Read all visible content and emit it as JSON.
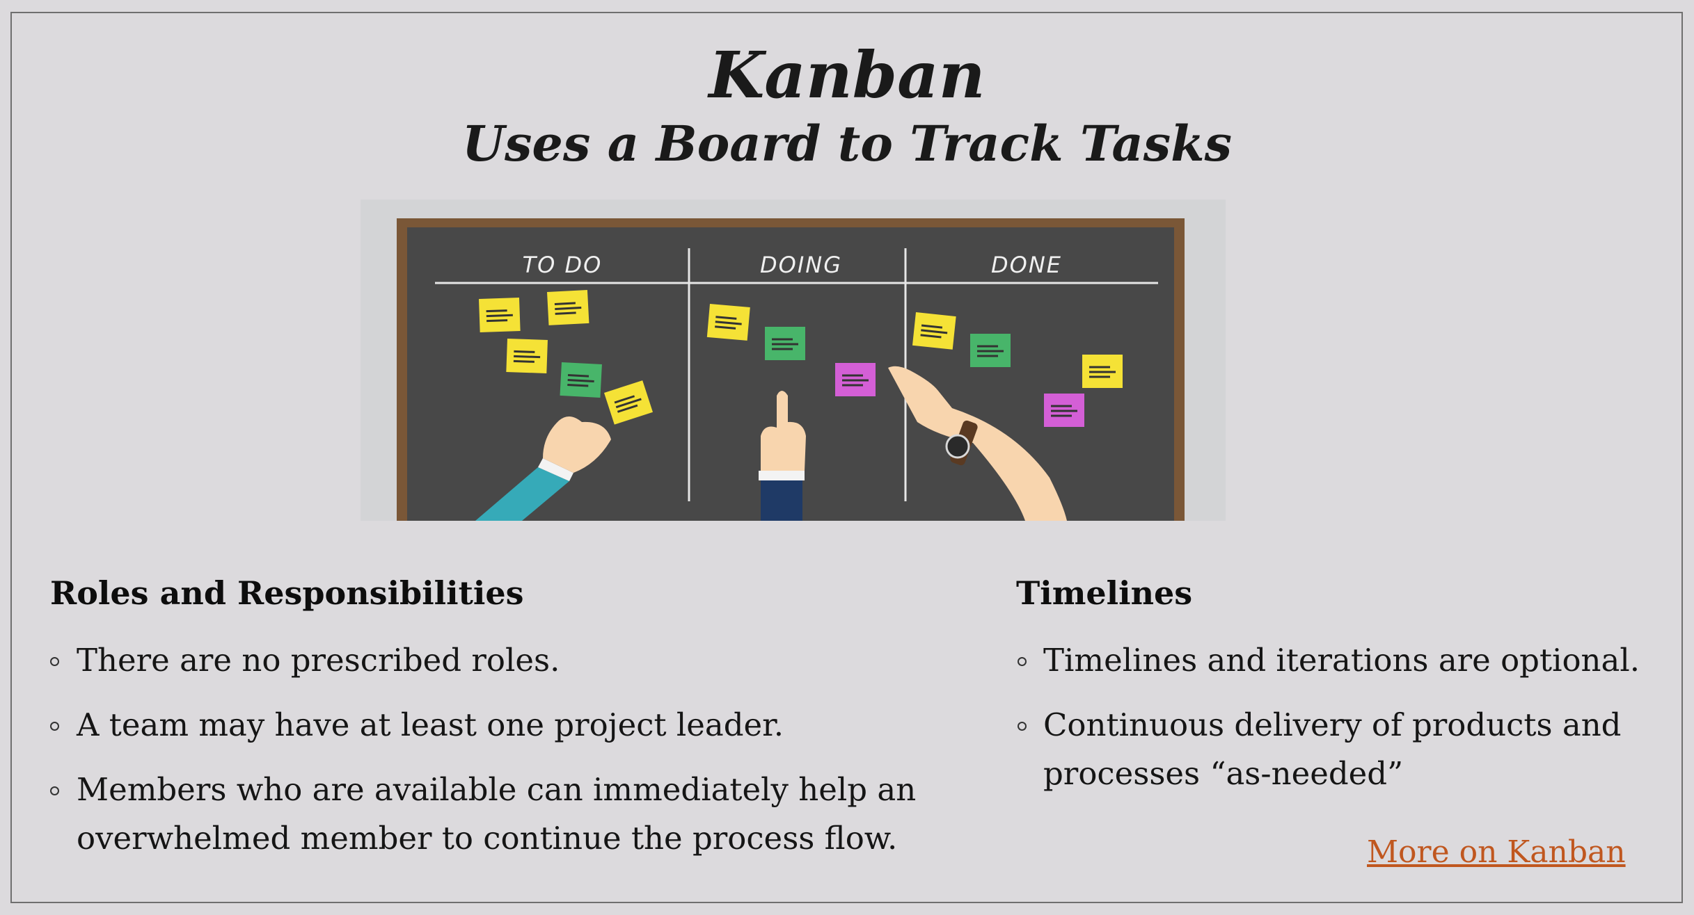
{
  "slide": {
    "title": "Kanban",
    "subtitle": "Uses a Board to Track Tasks"
  },
  "board": {
    "columns": [
      "TO DO",
      "DOING",
      "DONE"
    ]
  },
  "roles": {
    "heading": "Roles and Responsibilities",
    "bullets": [
      "There are no prescribed roles.",
      "A team may have at least one project leader.",
      "Members who are available can immediately help an",
      "overwhelmed member to continue the process flow."
    ]
  },
  "timelines": {
    "heading": "Timelines",
    "bullets": [
      "Timelines and iterations are optional.",
      "Continuous delivery of products and",
      "processes “as-needed”"
    ]
  },
  "link": {
    "label": "More on Kanban"
  },
  "colors": {
    "link": "#c0571f",
    "board": "#484848",
    "frame": "#7a5737",
    "note_yellow": "#f5e236",
    "note_green": "#48b56a",
    "note_pink": "#d45fd6"
  }
}
